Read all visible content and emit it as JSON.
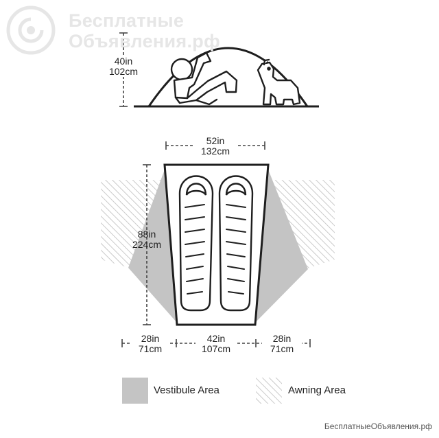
{
  "watermark": {
    "line1": "Бесплатные",
    "line2": "Объявления.рф"
  },
  "dimensions": {
    "height": {
      "in": "40in",
      "cm": "102cm"
    },
    "width": {
      "in": "52in",
      "cm": "132cm"
    },
    "length": {
      "in": "88in",
      "cm": "224cm"
    },
    "vestibule_left": {
      "in": "28in",
      "cm": "71cm"
    },
    "floor_bottom": {
      "in": "42in",
      "cm": "107cm"
    },
    "vestibule_right": {
      "in": "28in",
      "cm": "71cm"
    }
  },
  "legend": {
    "vestibule": "Vestibule Area",
    "awning": "Awning Area"
  },
  "colors": {
    "vestibule": "#c4c4c4",
    "outline": "#1e1e1e",
    "hatch": "#bdbdbd"
  },
  "footer": "БесплатныеОбъявления.рф"
}
